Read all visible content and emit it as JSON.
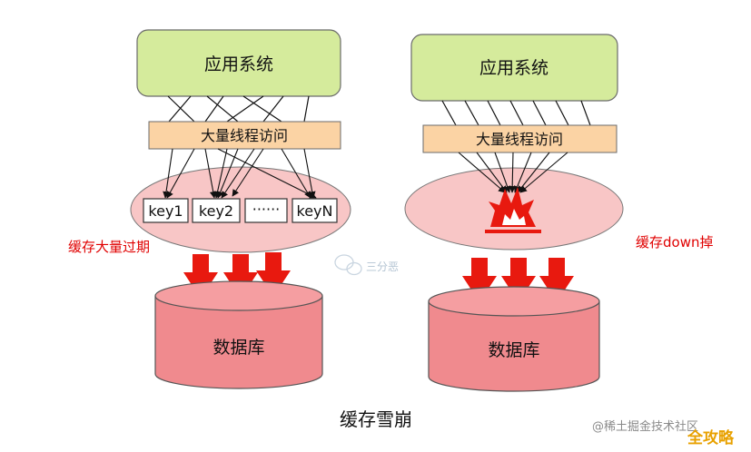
{
  "left": {
    "app": "应用系统",
    "access": "大量线程访问",
    "keys": [
      "key1",
      "key2",
      "······",
      "keyN"
    ],
    "note": "缓存大量过期",
    "db": "数据库"
  },
  "right": {
    "app": "应用系统",
    "access": "大量线程访问",
    "note": "缓存down掉",
    "db": "数据库"
  },
  "caption": "缓存雪崩",
  "watermark": "三分恶",
  "footer": "@稀土掘金技术社区",
  "brand": "全攻略",
  "colors": {
    "app_fill": "#d5eb9c",
    "bar_fill": "#fbd3a4",
    "cache_fill": "#f8c6c6",
    "db_fill": "#f08a8e",
    "arrow_red": "#e8190f",
    "note_red": "#e00000"
  },
  "icons": [
    "explosion-icon",
    "wechat-icon"
  ]
}
